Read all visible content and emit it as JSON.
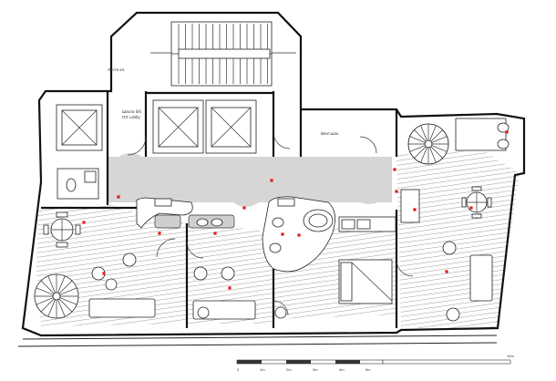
{
  "labels": {
    "room_a": "Шахта б/б",
    "room_a2": "ПЛ Lobby",
    "room_b": "Лестн.кл.",
    "room_c": "Вент.шах.",
    "scale_0": "0",
    "scale_1": "1m",
    "scale_2": "2m",
    "scale_3": "3m",
    "scale_4": "4m",
    "scale_5": "5m",
    "scale_end": "10m"
  },
  "colors": {
    "wall": "#111111",
    "corridor": "#d6d6d6",
    "marker": "#e21b1b"
  }
}
